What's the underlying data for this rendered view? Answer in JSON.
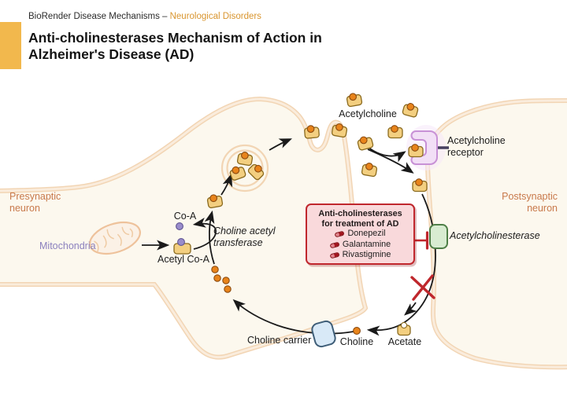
{
  "header": {
    "breadcrumb_prefix": "BioRender Disease Mechanisms – ",
    "breadcrumb_highlight": "Neurological Disorders",
    "title_line1": "Anti-cholinesterases Mechanism of Action in",
    "title_line2": "Alzheimer's Disease (AD)"
  },
  "labels": {
    "acetylcholine": "Acetylcholine",
    "acetylcholine_receptor": "Acetylcholine receptor",
    "presynaptic_neuron": "Presynaptic neuron",
    "postsynaptic_neuron": "Postsynaptic neuron",
    "mitochondria": "Mitochondria",
    "co_a": "Co-A",
    "acetyl_co_a": "Acetyl Co-A",
    "choline_acetyl_transferase": "Choline acetyl transferase",
    "acetylcholinesterase": "Acetylcholinesterase",
    "choline_carrier": "Choline carrier",
    "choline": "Choline",
    "acetate": "Acetate"
  },
  "drug_box": {
    "title_line1": "Anti-cholinesterases",
    "title_line2": "for treatment of AD",
    "drugs": [
      "Donepezil",
      "Galantamine",
      "Rivastigmine"
    ]
  },
  "colors": {
    "accent_bar": "#F2B84D",
    "breadcrumb_highlight": "#D9952E",
    "neuron_label": "#C8794B",
    "mitochondria_label": "#8B80BE",
    "membrane": "#F2D5B4",
    "cell_fill": "#FCF8EE",
    "inhibitor_red": "#C0272D",
    "drug_box_fill": "#F9D9DB",
    "enzyme_green_fill": "#D8ECD1",
    "enzyme_green_stroke": "#4E7F47",
    "carrier_blue_fill": "#D8E9F7",
    "carrier_blue_stroke": "#3F5E78",
    "molecule_tan": "#F3CF80",
    "molecule_orange": "#E8841B",
    "coa_purple": "#998CCB",
    "receptor_purple": "#C891D6"
  }
}
